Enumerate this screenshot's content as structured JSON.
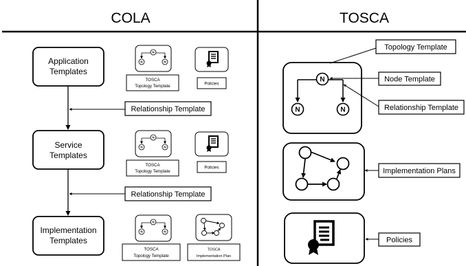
{
  "headers": {
    "left": "COLA",
    "right": "TOSCA"
  },
  "cola": {
    "templates": [
      {
        "line1": "Application",
        "line2": "Templates"
      },
      {
        "line1": "Service",
        "line2": "Templates"
      },
      {
        "line1": "Implementation",
        "line2": "Templates"
      }
    ],
    "relationship_label": "Relationship Template",
    "topology_caption": {
      "line1": "TOSCA",
      "line2": "Topology Template"
    },
    "policies_caption": "Policies",
    "implementation_plan_caption": {
      "line1": "TOSCA",
      "line2": "Implementation Plan"
    },
    "node_letter": "N"
  },
  "tosca": {
    "topology_template": "Topology Template",
    "node_template": "Node Template",
    "relationship_template": "Relationship Template",
    "implementation_plans": "Implementation Plans",
    "policies": "Policies",
    "node_letter": "N"
  }
}
